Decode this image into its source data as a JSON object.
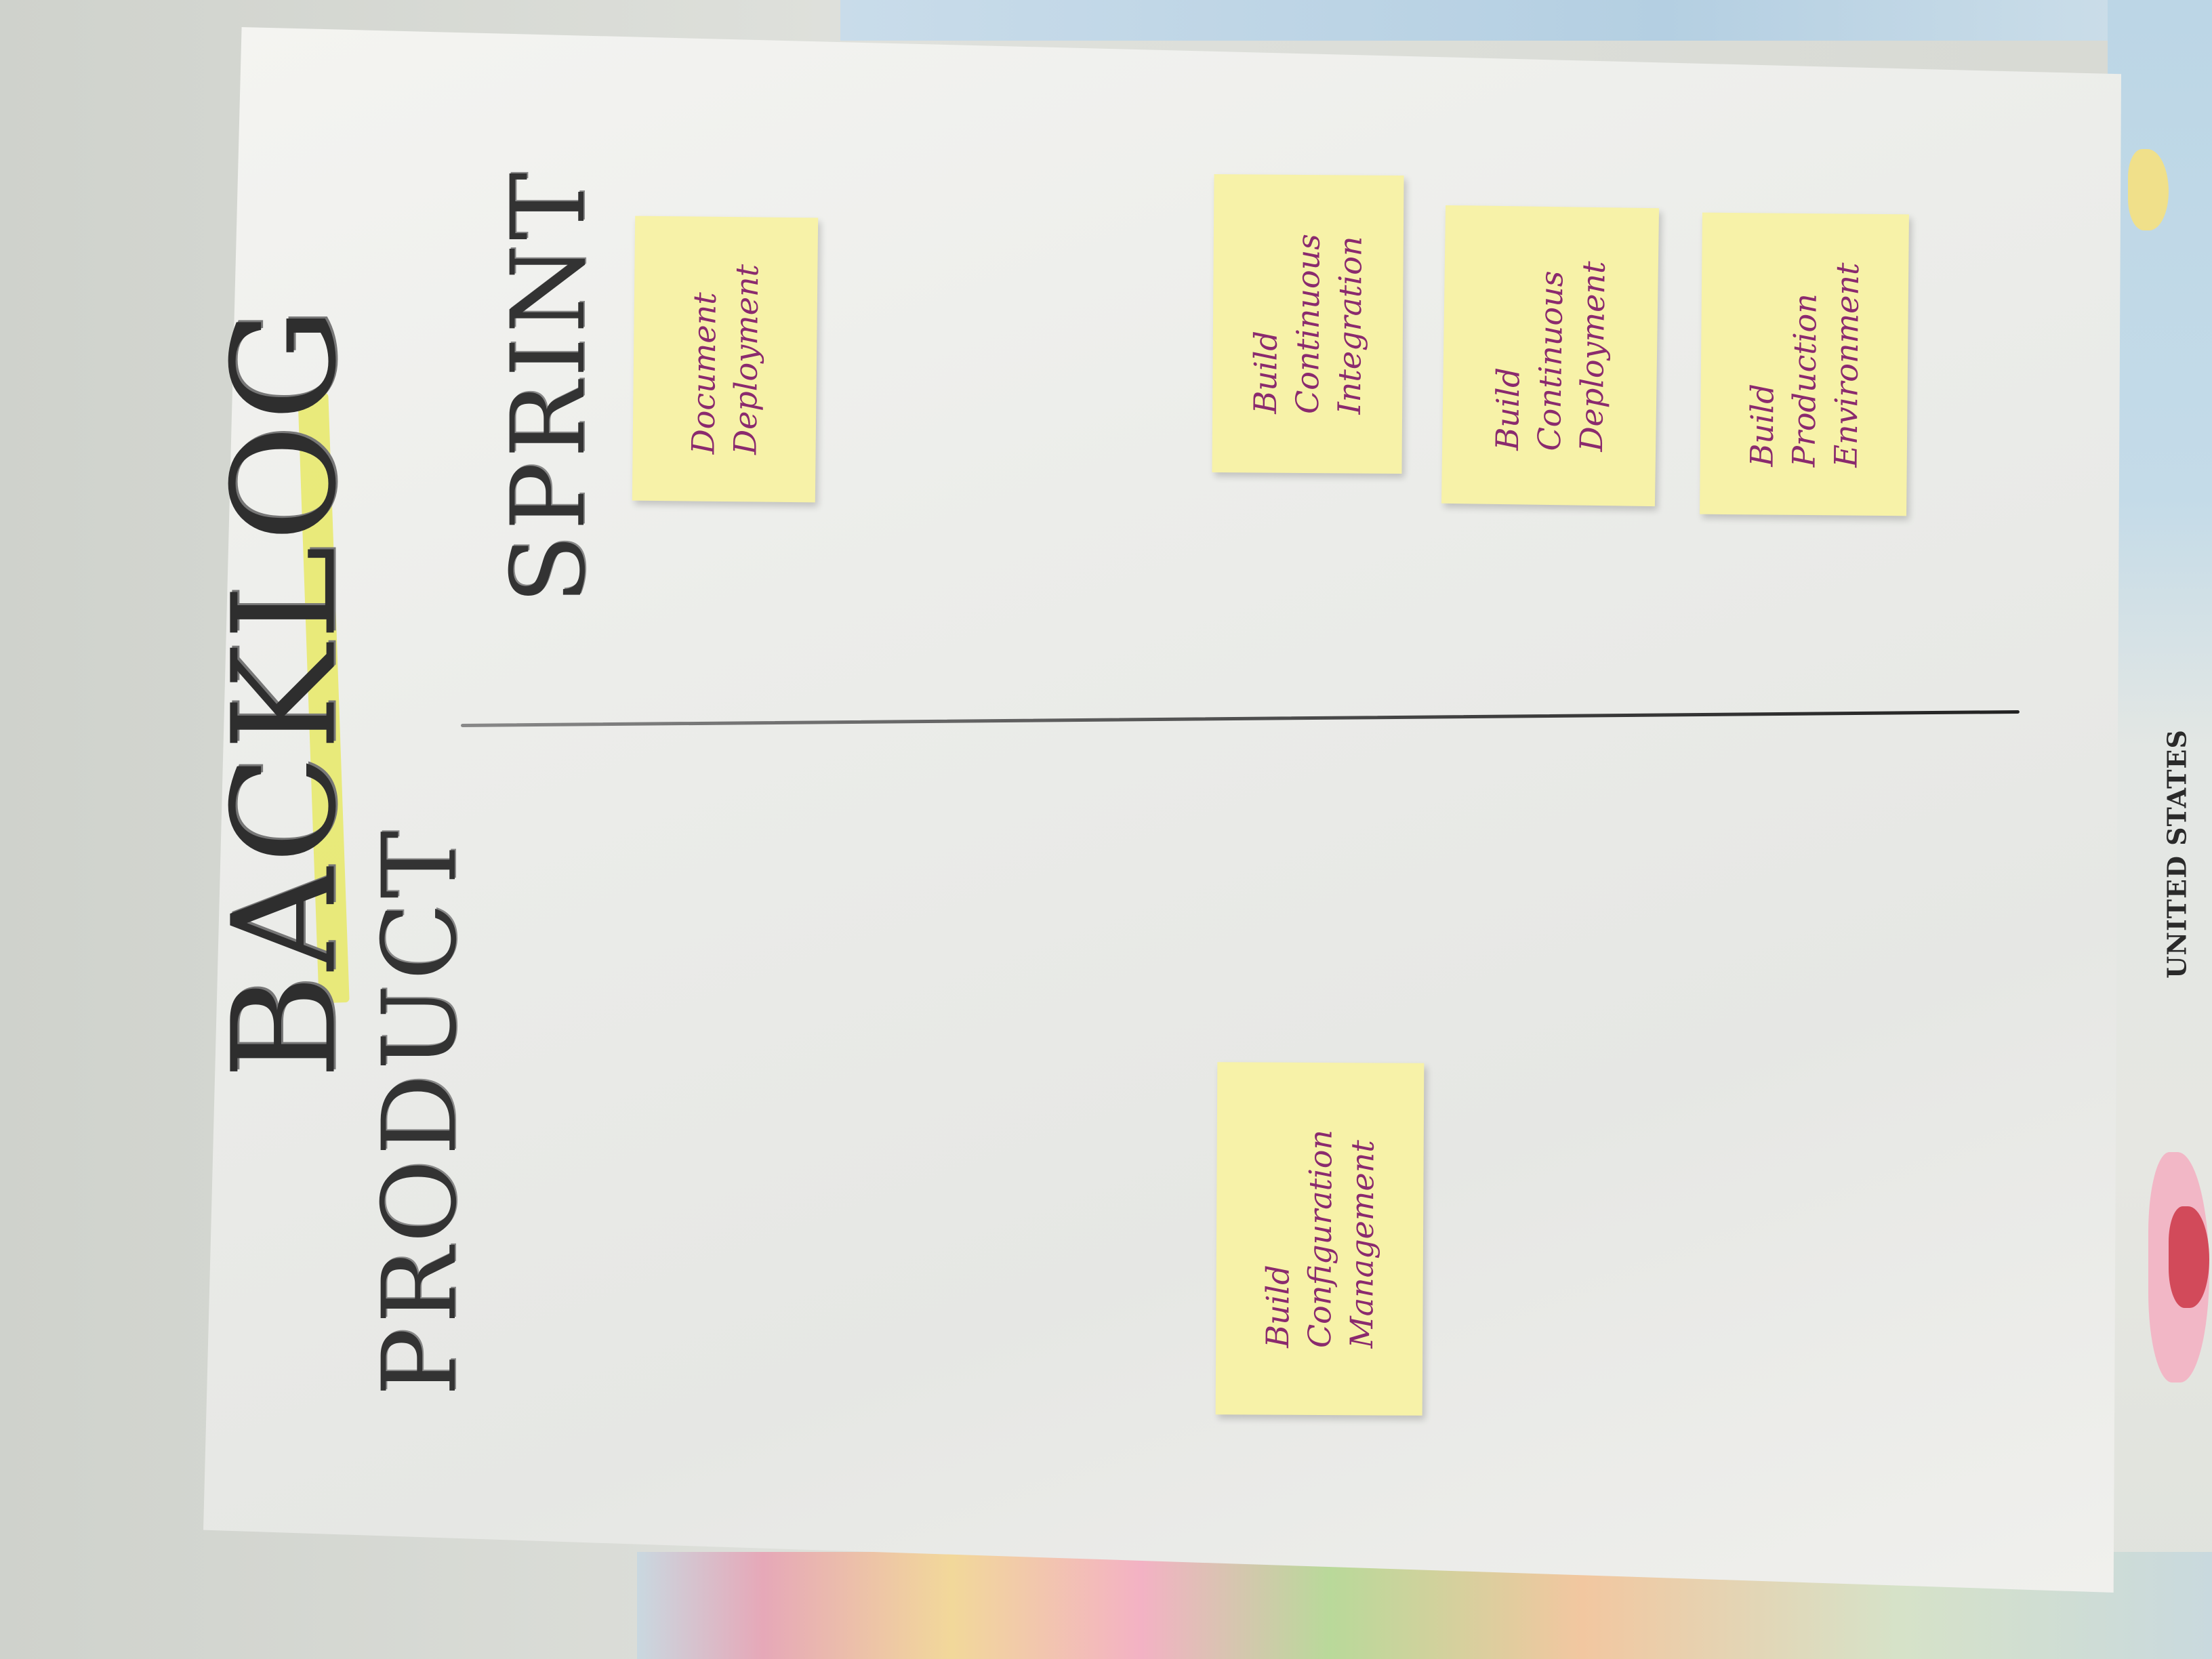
{
  "background_map": {
    "country_label": "UNITED STATES"
  },
  "chart_board": {
    "title": "BACKLOG",
    "product_label": "PRODUCT",
    "sprint_label": "SPRINT",
    "highlight_color": "#e7e85e",
    "ink_color": "#333333"
  },
  "sticky_notes": {
    "color": "#f7f2a8",
    "ink_color": "#8a2a6e",
    "document_deployment": [
      "Document",
      "Deployment"
    ],
    "build_ci": [
      "Build",
      "Continuous",
      "Integration"
    ],
    "build_cd": [
      "Build",
      "Continuous",
      "Deployment"
    ],
    "build_prod_env": [
      "Build",
      "Production",
      "Environment"
    ],
    "build_config_mgmt": [
      "Build",
      "Configuration",
      "Management"
    ]
  }
}
